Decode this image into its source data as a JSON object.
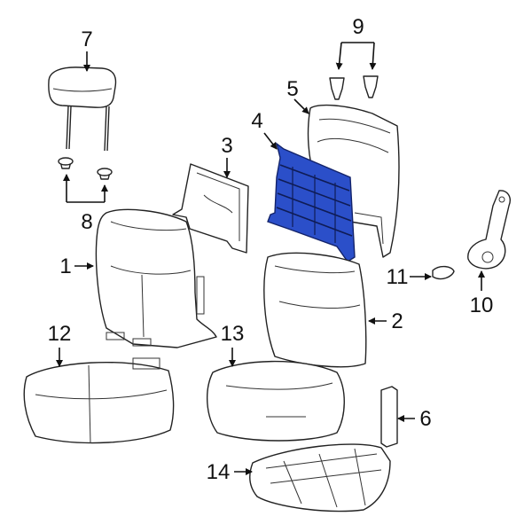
{
  "diagram": {
    "callouts": [
      "7",
      "9",
      "5",
      "4",
      "3",
      "8",
      "1",
      "11",
      "10",
      "2",
      "12",
      "13",
      "6",
      "14"
    ],
    "highlight_color": "#2b4fc9"
  }
}
